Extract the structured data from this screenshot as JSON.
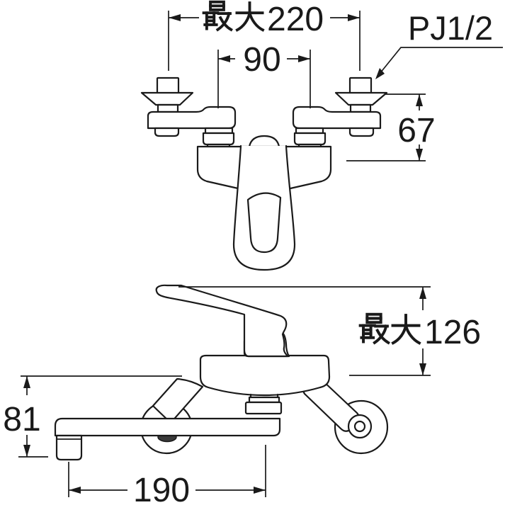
{
  "title": "Wall-mount single-lever faucet dimensional drawing",
  "colors": {
    "line": "#1a1a1a",
    "background": "#ffffff"
  },
  "annotations": {
    "max_width": {
      "label": "最大220",
      "prefix": "最大",
      "value": "220"
    },
    "center_spacing": {
      "label": "90",
      "value": "90"
    },
    "thread_size": {
      "label": "PJ1/2",
      "value": "PJ1/2"
    },
    "inlet_height": {
      "label": "67",
      "value": "67"
    },
    "max_height": {
      "label": "最大126",
      "prefix": "最大",
      "value": "126"
    },
    "spout_drop": {
      "label": "81",
      "value": "81"
    },
    "spout_reach": {
      "label": "190",
      "value": "190"
    }
  }
}
